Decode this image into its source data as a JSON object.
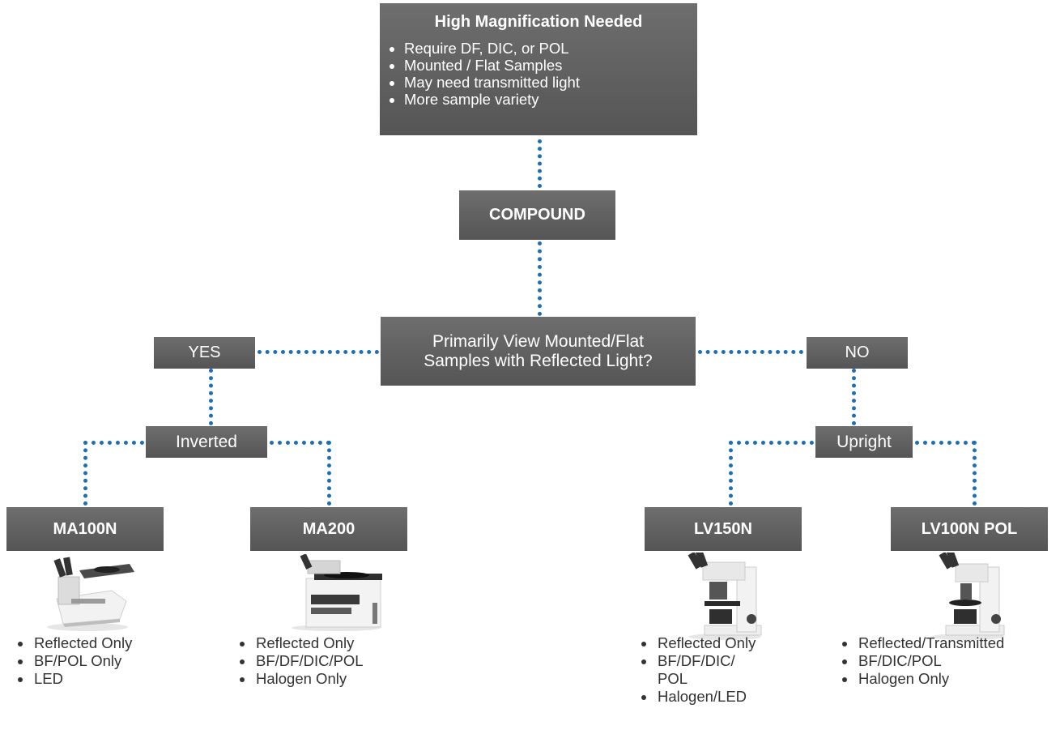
{
  "top": {
    "title": "High Magnification Needed",
    "bullets": [
      "Require DF, DIC, or POL",
      "Mounted / Flat Samples",
      "May need transmitted light",
      "More sample variety"
    ]
  },
  "compound": "COMPOUND",
  "question": {
    "line1": "Primarily View Mounted/Flat",
    "line2": "Samples with Reflected Light?"
  },
  "yes": "YES",
  "no": "NO",
  "inverted": "Inverted",
  "upright": "Upright",
  "models": [
    {
      "name": "MA100N",
      "features": [
        "Reflected Only",
        "BF/POL Only",
        "LED"
      ]
    },
    {
      "name": "MA200",
      "features": [
        "Reflected Only",
        "BF/DF/DIC/POL",
        "Halogen Only"
      ]
    },
    {
      "name": "LV150N",
      "features": [
        "Reflected Only",
        "BF/DF/DIC/ POL",
        "Halogen/LED"
      ]
    },
    {
      "name": "LV100N POL",
      "features": [
        "Reflected/Transmitted",
        "BF/DIC/POL",
        "Halogen Only"
      ]
    }
  ],
  "colors": {
    "box": "#5f5f5f",
    "connector": "#1f6fb5",
    "text": "#333333"
  }
}
